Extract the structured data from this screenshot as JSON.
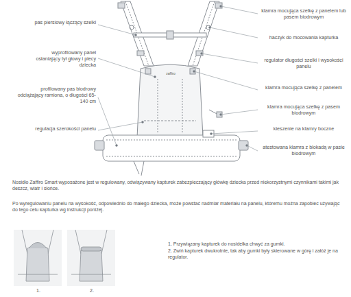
{
  "diagram": {
    "labels": [
      "pas piersiowy łączący szelki",
      "wyprofilowany panel osłaniający tył głowy i plecy dziecka",
      "profilowany pas biodrowy odciążający ramiona, o długości 65-140 cm",
      "regulacja szerokości panelu",
      "klamra mocująca szelkę z panelem lub pasem biodrowym",
      "haczyk do mocowania kapturka",
      "regulator długości szelki i wysokości panelu",
      "klamra mocująca szelkę z panelem",
      "klamra mocująca szelkę z pasem biodrowym",
      "kieszenie na klamry boczne",
      "atestowana klamra z blokadą w pasie biodrowym",
      "zaffiro",
      "Nosidło Zaffiro Smart wyposażone jest w regulowany, odwiązywany kapturek zabezpieczający główkę dziecka przed niekorzystnymi czynnikami takimi jak deszcz, wiatr i słońce.",
      "Po wyregulowaniu panelu na wysokość, odpowiednio do małego dziecka, może powstać nadmiar materiału na panelu, któremu można zapobiec używając do tego celu kapturka wg instrukcji poniżej.",
      "1. Przywiązany kapturek do nosidełka chwyć za gumki.",
      "2. Zwiń kapturek dwukrotnie, tak aby gumki były skierowane w górę i załóż je na regulator.",
      "1.",
      "2."
    ]
  }
}
